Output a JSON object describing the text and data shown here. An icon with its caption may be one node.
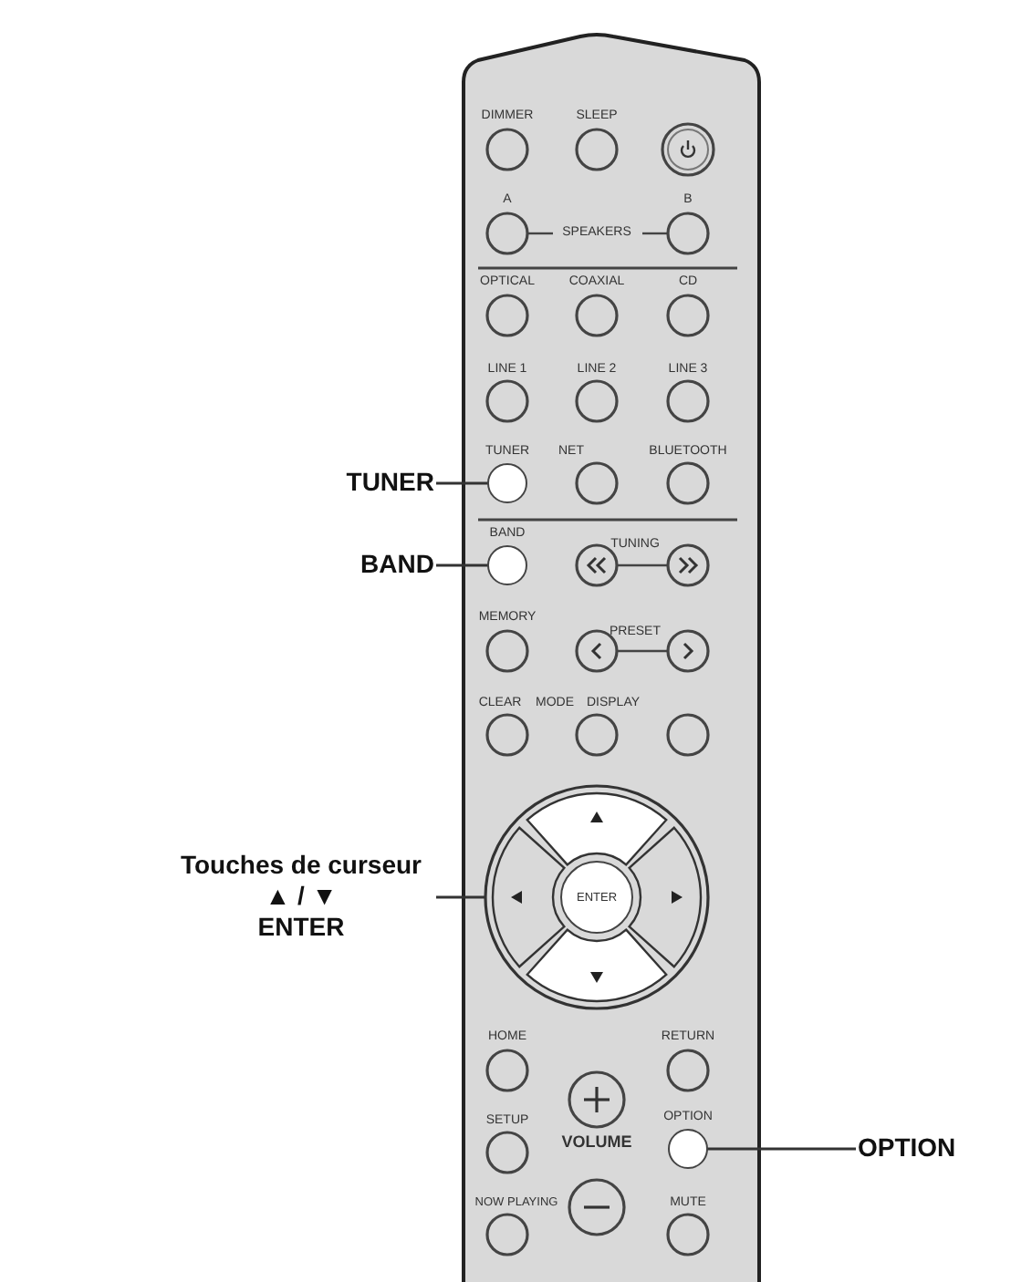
{
  "diagram": {
    "nodes": [
      {
        "text": [
          "TUNER"
        ]
      },
      {
        "text": [],
        "shape": "circle",
        "beside": [
          "TUNER"
        ]
      },
      {
        "text": [
          "BAND"
        ]
      },
      {
        "text": [],
        "shape": "circle",
        "beside": [
          "BAND"
        ]
      },
      {
        "text": [
          "Touches de curseur ▲ / ▼",
          "ENTER"
        ]
      },
      {
        "text": [],
        "shape": "circle"
      },
      {
        "text": [
          "ENTER"
        ],
        "in": 5
      },
      {
        "text": [],
        "shape": "circle",
        "beside": [
          "OPTION"
        ]
      },
      {
        "text": [
          "OPTION"
        ]
      }
    ],
    "edges": [
      {
        "from": 0,
        "to": 1,
        "arrow": "none"
      },
      {
        "from": 2,
        "to": 3,
        "arrow": "none"
      },
      {
        "from": 4,
        "to": 5,
        "arrow": "none"
      },
      {
        "from": 8,
        "to": 7,
        "arrow": "none"
      }
    ],
    "labels": [
      "DIMMER",
      "SLEEP",
      "A",
      "B",
      "SPEAKERS",
      "OPTICAL",
      "COAXIAL",
      "CD",
      "LINE 1",
      "LINE 2",
      "LINE 3",
      "NET",
      "BLUETOOTH",
      "TUNING",
      "MEMORY",
      "PRESET",
      "CLEAR",
      "MODE",
      "DISPLAY",
      "HOME",
      "RETURN",
      "SETUP",
      "VOLUME",
      "NOW PLAYING",
      "MUTE"
    ]
  }
}
